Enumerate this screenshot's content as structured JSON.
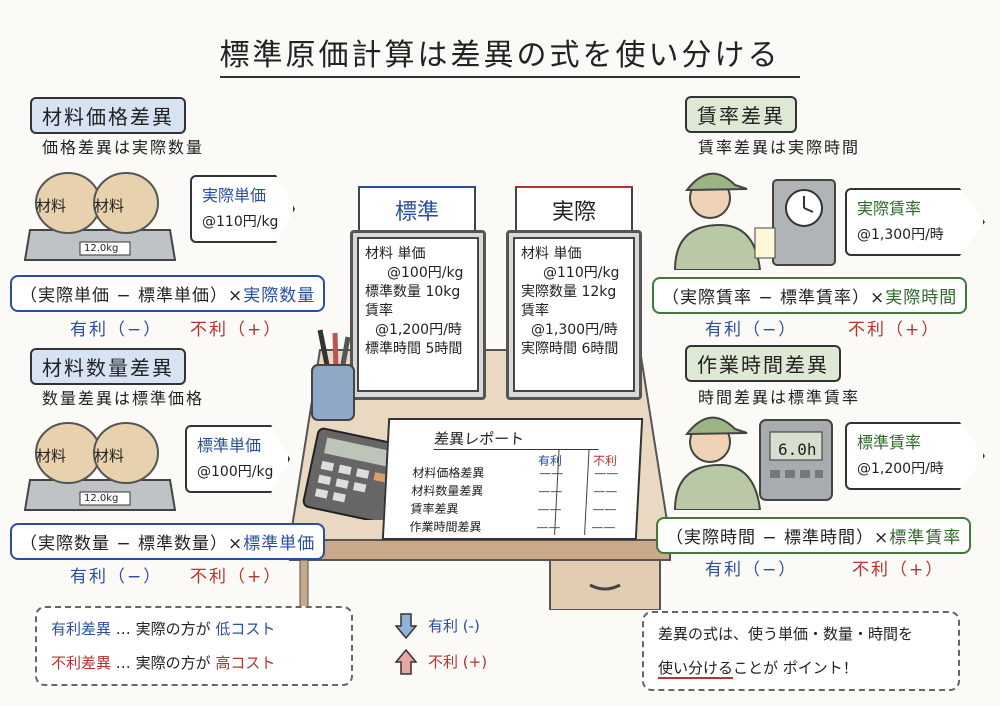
{
  "title": "標準原価計算は差異の式を使い分ける",
  "colors": {
    "favorable": "#2a4fa0",
    "unfavorable": "#b8322f",
    "labor": "#2f6a2a"
  },
  "material_price": {
    "label": "材料価格差異",
    "subtitle": "価格差異は実際数量",
    "sack_label": "材料",
    "scale_readout": "12.0kg",
    "tag_title": "実際単価",
    "tag_value": "@110円/kg",
    "formula_main": "（実際単価 − 標準単価）×",
    "formula_key": "実際数量",
    "favorable": "有利（−）",
    "unfavorable": "不利（+）"
  },
  "material_quantity": {
    "label": "材料数量差異",
    "subtitle": "数量差異は標準価格",
    "sack_label": "材料",
    "scale_readout": "12.0kg",
    "tag_title": "標準単価",
    "tag_value": "@100円/kg",
    "formula_main": "（実際数量 − 標準数量）×",
    "formula_key": "標準単価",
    "favorable": "有利（−）",
    "unfavorable": "不利（+）"
  },
  "wage_rate": {
    "label": "賃率差異",
    "subtitle": "賃率差異は実際時間",
    "tag_title": "実際賃率",
    "tag_value": "@1,300円/時",
    "formula_main": "（実際賃率 − 標準賃率）×",
    "formula_key": "実際時間",
    "favorable": "有利（−）",
    "unfavorable": "不利（+）"
  },
  "labor_time": {
    "label": "作業時間差異",
    "subtitle": "時間差異は標準賃率",
    "timer_readout": "6.0h",
    "tag_title": "標準賃率",
    "tag_value": "@1,200円/時",
    "formula_main": "（実際時間 − 標準時間）×",
    "formula_key": "標準賃率",
    "favorable": "有利（−）",
    "unfavorable": "不利（+）"
  },
  "standard_card": {
    "title": "標準",
    "lines": [
      "材料 単価",
      "@100円/kg",
      "標準数量 10kg",
      "賃率",
      "@1,200円/時",
      "標準時間 5時間"
    ]
  },
  "actual_card": {
    "title": "実際",
    "lines": [
      "材料 単価",
      "@110円/kg",
      "実際数量 12kg",
      "賃率",
      "@1,300円/時",
      "実際時間 6時間"
    ]
  },
  "report": {
    "title": "差異レポート",
    "col_favorable": "有利",
    "col_unfavorable": "不利",
    "rows": [
      "材料価格差異",
      "材料数量差異",
      "賃率差異",
      "作業時間差異"
    ],
    "blank": "——"
  },
  "legend": {
    "fav_term": "有利差異",
    "fav_mid": "… 実際の方が",
    "fav_end": "低コスト",
    "unfav_term": "不利差異",
    "unfav_mid": "… 実際の方が",
    "unfav_end": "高コスト",
    "arrow_down": "有利 (-)",
    "arrow_up": "不利 (+)"
  },
  "note": {
    "line1": "差異の式は、使う単価・数量・時間を",
    "line2_emph": "使い分ける",
    "line2_rest": "ことが ポイント！"
  }
}
